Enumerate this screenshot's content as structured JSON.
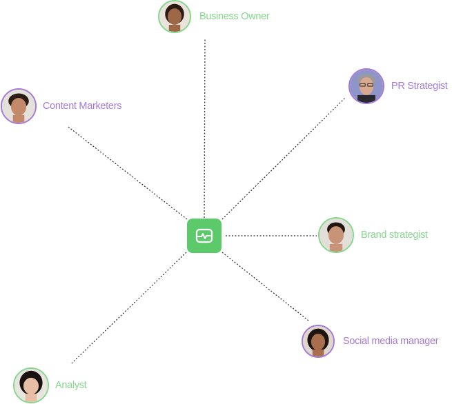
{
  "hub": {
    "icon": "activity-pulse-icon",
    "color": "#5cc96a"
  },
  "personas": [
    {
      "id": "business-owner",
      "label": "Business Owner",
      "ring": "green",
      "skin": "#9c6848",
      "hair": "#2a1a12"
    },
    {
      "id": "content-marketers",
      "label": "Content Marketers",
      "ring": "purple",
      "skin": "#c28a6a",
      "hair": "#2b1d16"
    },
    {
      "id": "pr-strategist",
      "label": "PR Strategist",
      "ring": "purple",
      "skin": "#d9a990",
      "hair": "#9a9a9a"
    },
    {
      "id": "brand-strategist",
      "label": "Brand strategist",
      "ring": "green",
      "skin": "#c99377",
      "hair": "#1f1612"
    },
    {
      "id": "social-media-manager",
      "label": "Social media manager",
      "ring": "purple",
      "skin": "#a96e4e",
      "hair": "#1e1410"
    },
    {
      "id": "analyst",
      "label": "Analyst",
      "ring": "green",
      "skin": "#e8bfa4",
      "hair": "#181310"
    }
  ],
  "colors": {
    "green": "#86d68d",
    "purple": "#a57ad6",
    "connector": "#333333"
  }
}
